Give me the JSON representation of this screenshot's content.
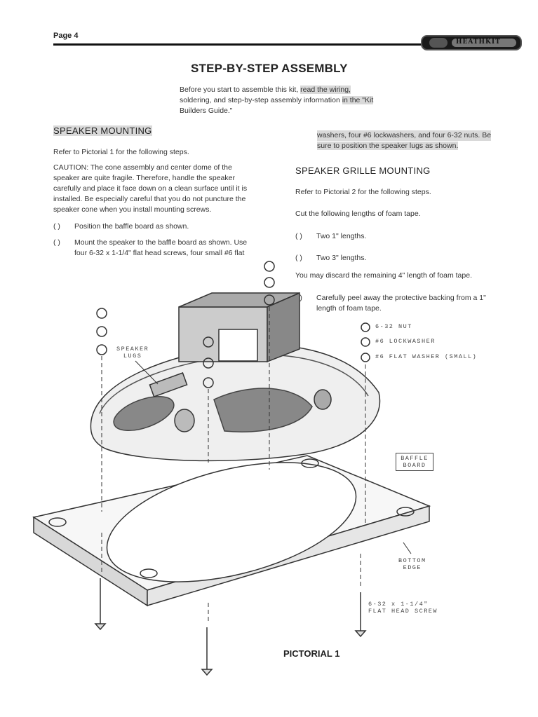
{
  "header": {
    "page_label": "Page 4",
    "brand": "HEATHKIT"
  },
  "title": "STEP-BY-STEP ASSEMBLY",
  "intro": {
    "line1_plain": "Before you start to assemble this kit,",
    "line1_hl": "read the wiring,",
    "line2_plain": "soldering, and step-by-step assembly information",
    "line2_hl": "in the \"Kit",
    "line3": "Builders Guide.\""
  },
  "left": {
    "heading": "SPEAKER MOUNTING",
    "refer": "Refer to Pictorial 1 for the following steps.",
    "caution_lines": [
      "CAUTION: The cone assembly and center dome of the",
      "speaker are quite fragile. Therefore, handle the speaker",
      "carefully and place it face down on a clean surface until it is",
      "installed. Be especially careful that you do not puncture the",
      "speaker cone when you install mounting screws."
    ],
    "step1": "Position the baffle board as shown.",
    "step2_line1": "Mount the speaker to the baffle board as shown. Use",
    "step2_line2": "four 6-32 x 1-1/4\" flat head screws, four small #6 flat",
    "checkbox": "( )"
  },
  "right": {
    "cont_line1": "washers, four #6 lockwashers, and four 6-32 nuts. Be",
    "cont_line2": "sure to position the speaker lugs as shown.",
    "heading": "SPEAKER GRILLE MOUNTING",
    "refer": "Refer to Pictorial 2 for the following steps.",
    "cut": "Cut the following lengths of foam tape.",
    "step1": "Two 1\" lengths.",
    "step2": "Two 3\" lengths.",
    "discard": "You may discard the remaining 4\" length of foam tape.",
    "step3_line1": "Carefully peel away the protective backing from a 1\"",
    "step3_line2": "length of foam tape.",
    "checkbox": "( )"
  },
  "figure": {
    "label_nut": "6-32 NUT",
    "label_lockwasher": "#6 LOCKWASHER",
    "label_flatwasher": "#6 FLAT WASHER (SMALL)",
    "label_lugs_1": "SPEAKER",
    "label_lugs_2": "LUGS",
    "label_baffle_1": "BAFFLE",
    "label_baffle_2": "BOARD",
    "label_bottom_1": "BOTTOM",
    "label_bottom_2": "EDGE",
    "label_screw_1": "6-32 x 1-1/4\"",
    "label_screw_2": "FLAT HEAD SCREW",
    "caption": "PICTORIAL 1"
  }
}
